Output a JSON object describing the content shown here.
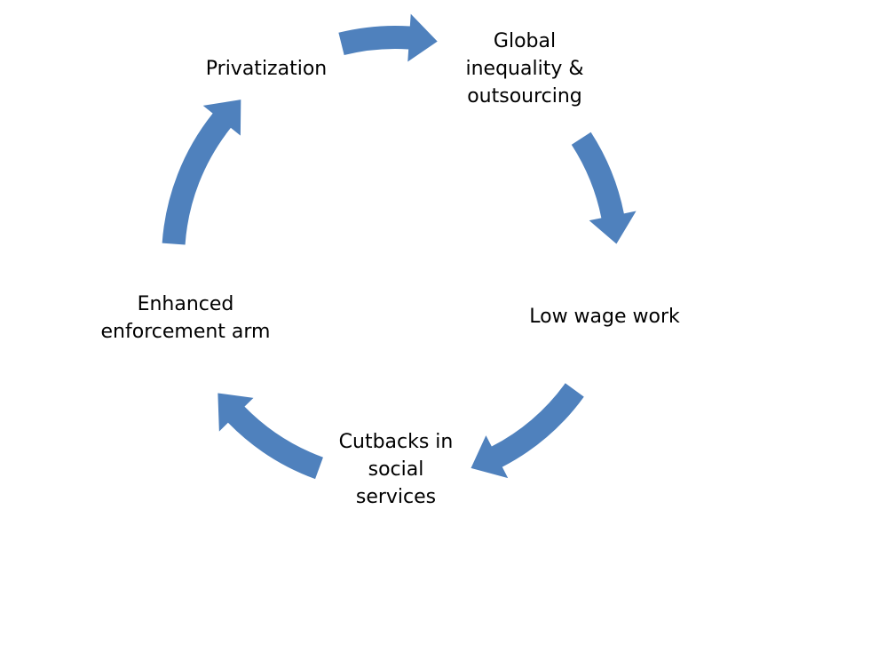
{
  "colors": {
    "arrow": "#4F81BD"
  },
  "nodes": [
    {
      "label": "Global\ninequality &\noutsourcing"
    },
    {
      "label": "Low wage work"
    },
    {
      "label": "Cutbacks in\nsocial\nservices"
    },
    {
      "label": "Enhanced\nenforcement arm"
    },
    {
      "label": "Privatization"
    }
  ]
}
